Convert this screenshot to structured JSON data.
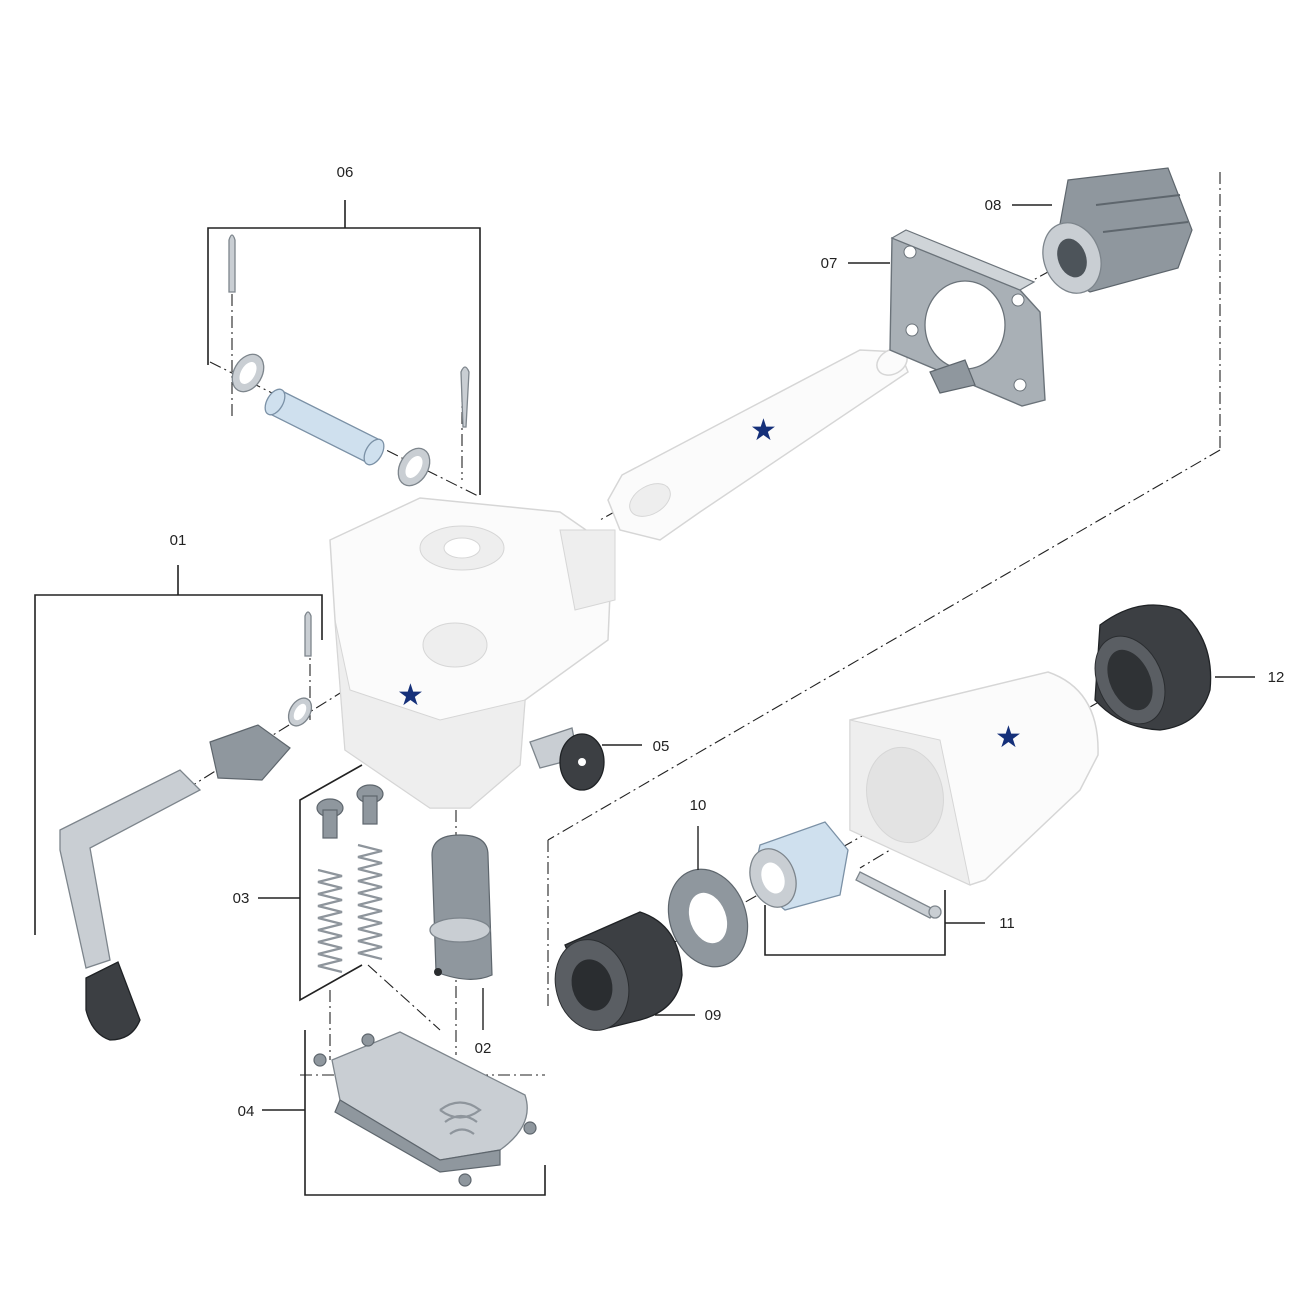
{
  "callouts": {
    "p01": "01",
    "p02": "02",
    "p03": "03",
    "p04": "04",
    "p05": "05",
    "p06": "06",
    "p07": "07",
    "p08": "08",
    "p09": "09",
    "p10": "10",
    "p11": "11",
    "p12": "12"
  },
  "markers": {
    "star_glyph": "★",
    "star_color": "#15307a"
  },
  "colors": {
    "line": "#222222",
    "rubber": "#3c3f43",
    "steel": "#c9ced3",
    "white_part": "#fbfbfb"
  }
}
